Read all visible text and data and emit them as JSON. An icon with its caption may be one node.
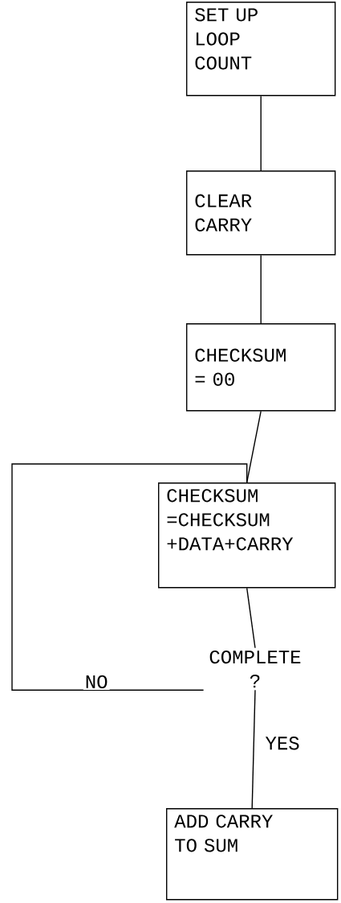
{
  "diagram": {
    "nodes": [
      {
        "text": [
          "SET UP LOOP COUNT"
        ]
      },
      {
        "text": [
          "CLEAR CARRY"
        ]
      },
      {
        "text": [
          "CHECKSUM = 00"
        ]
      },
      {
        "text": [
          "CHECKSUM =CHECKSUM +DATA+CARRY"
        ]
      },
      {
        "text": [
          "COMPLETE ?"
        ]
      },
      {
        "text": [
          "ADD CARRY TO SUM"
        ]
      }
    ],
    "edges": [
      {
        "from": 0,
        "to": 1,
        "arrow": "none"
      },
      {
        "from": 1,
        "to": 2,
        "arrow": "none"
      },
      {
        "from": 2,
        "to": 3,
        "arrow": "none"
      },
      {
        "from": 3,
        "to": 4,
        "arrow": "none"
      },
      {
        "from": 4,
        "to": 3,
        "arrow": "none",
        "label": "NO"
      },
      {
        "from": 4,
        "to": 5,
        "arrow": "none",
        "label": "YES"
      }
    ]
  }
}
